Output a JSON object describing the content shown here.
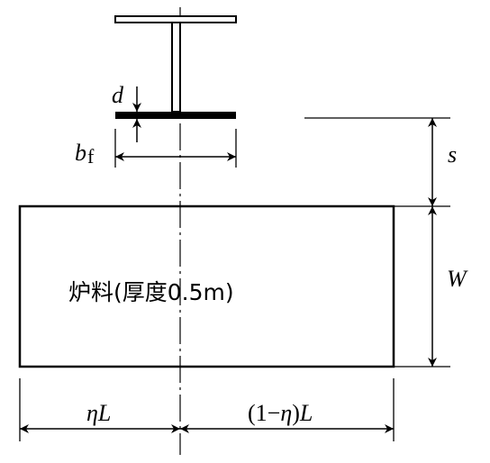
{
  "labels": {
    "d": "d",
    "b": "b",
    "b_sub": "f",
    "s": "s",
    "W": "W",
    "material": "炉料(厚度0.5m)",
    "eta": "η",
    "L": "L",
    "one_minus_eta_open": "(1−",
    "one_minus_eta_close": ")"
  }
}
